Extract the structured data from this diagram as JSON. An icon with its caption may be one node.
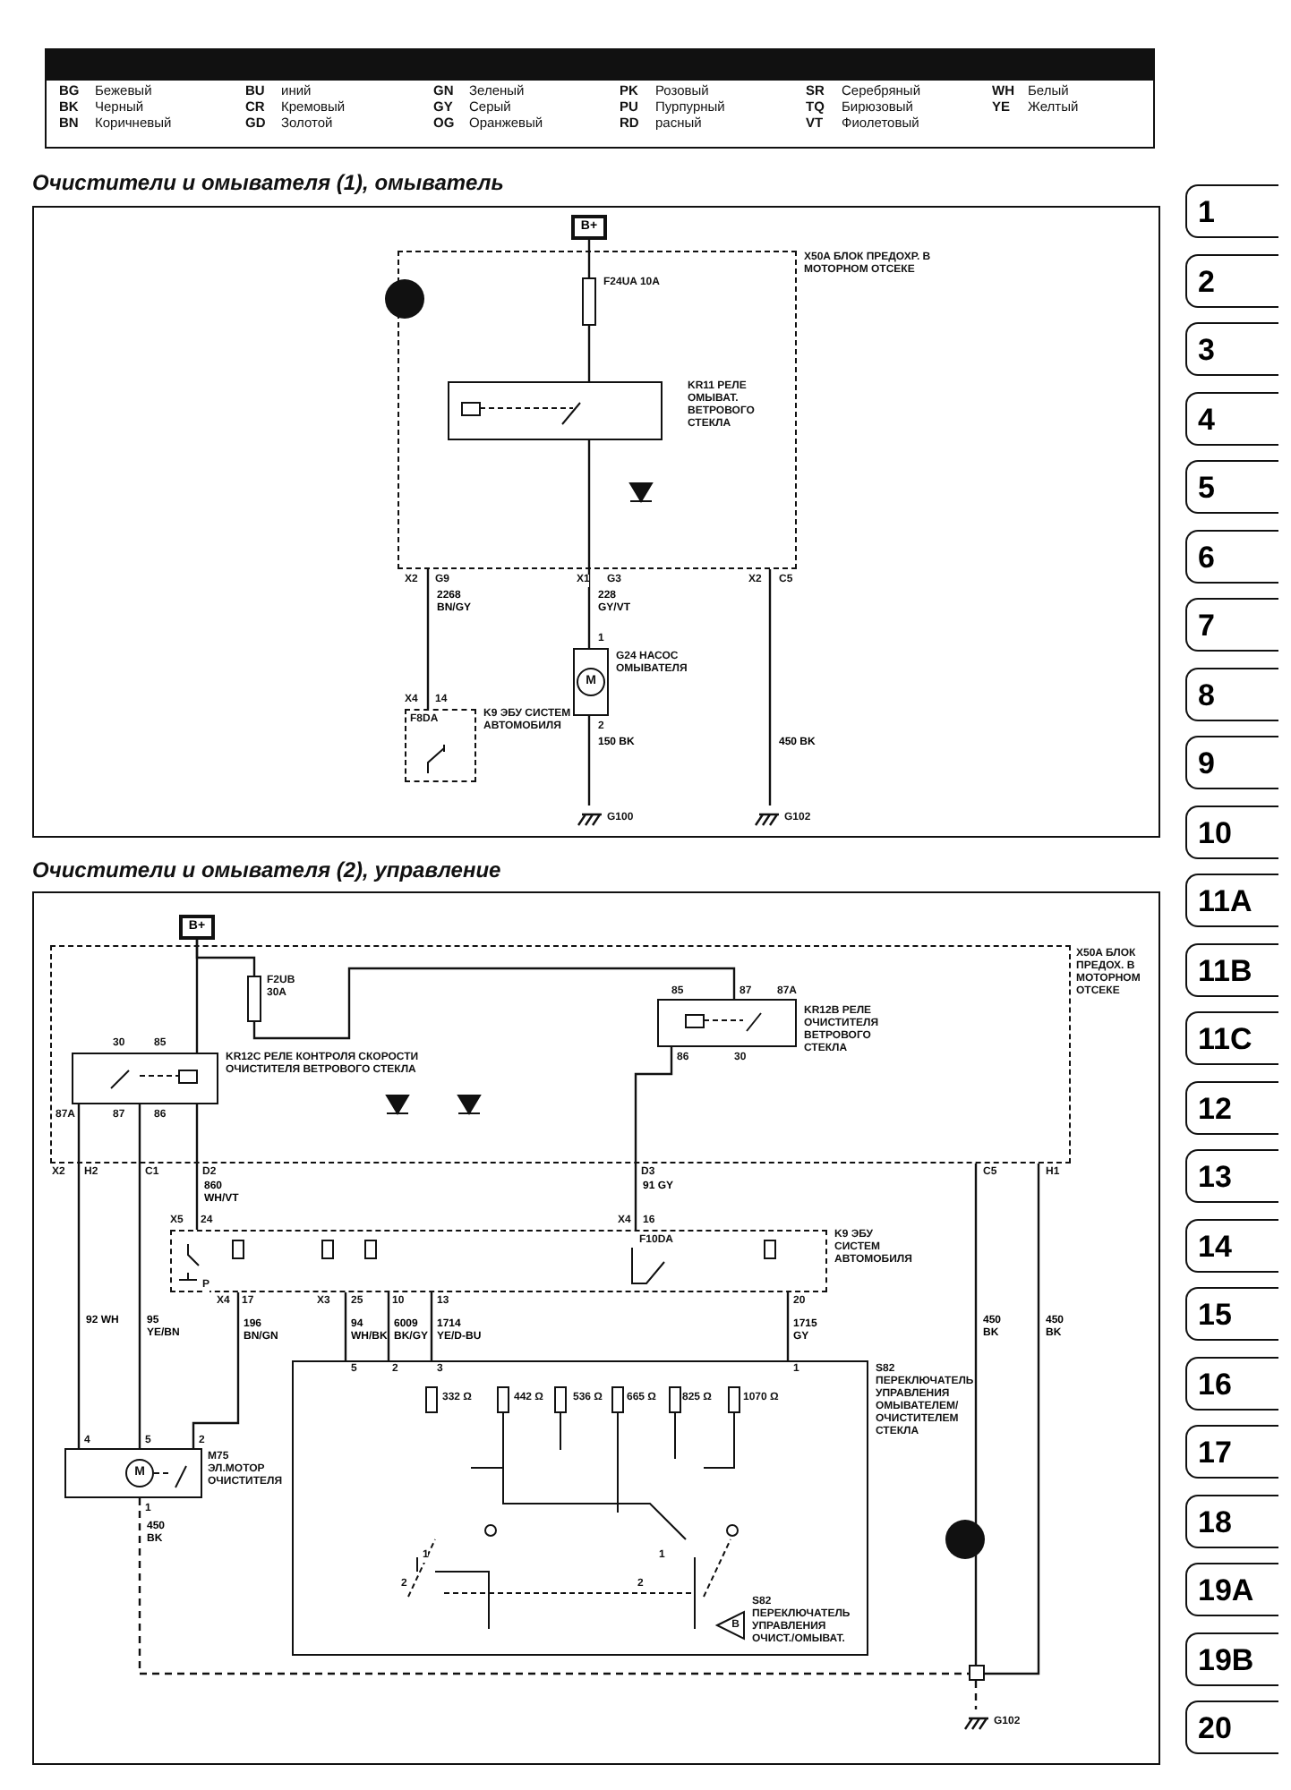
{
  "diagram": {
    "nodes": [
      {
        "text": [
          "X50A БЛОК ПРЕДОХР. В МОТОРНОМ ОТСЕКЕ"
        ]
      },
      {
        "text": [
          "B+"
        ]
      },
      {
        "text": [
          "F24UA 10A"
        ],
        "in": 0
      },
      {
        "text": [
          "KR11 РЕЛЕ ОМЫВАТ. ВЕТРОВОГО СТЕКЛА"
        ],
        "in": 0
      },
      {
        "text": [
          "M",
          "G24 НАСОС ОМЫВАТЕЛЯ"
        ]
      },
      {
        "text": [
          "F8DA",
          "K9 ЭБУ СИСТЕМ АВТОМОБИЛЯ"
        ]
      },
      {
        "text": [
          "G100"
        ]
      },
      {
        "text": [
          "G102"
        ]
      },
      {
        "text": [
          "X50A БЛОК ПРЕДОХ. В МОТОРНОМ ОТСЕКЕ"
        ]
      },
      {
        "text": [
          "B+"
        ]
      },
      {
        "text": [
          "F2UB 30A"
        ],
        "in": 8
      },
      {
        "text": [
          "KR12C РЕЛЕ КОНТРОЛЯ СКОРОСТИ ОЧИСТИТЕЛЯ ВЕТРОВОГО СТЕКЛА"
        ],
        "in": 8
      },
      {
        "text": [
          "KR12B РЕЛЕ ОЧИСТИТЕЛЯ ВЕТРОВОГО СТЕКЛА"
        ],
        "in": 8
      },
      {
        "text": [
          "K9 ЭБУ СИСТЕМ АВТОМОБИЛЯ"
        ]
      },
      {
        "text": [
          "M",
          "M75 ЭЛ.МОТОР ОЧИСТИТЕЛЯ"
        ]
      },
      {
        "text": [
          "S82 ПЕРЕКЛЮЧАТЕЛЬ УПРАВЛЕНИЯ ОМЫВАТЕЛЕМ/ ОЧИСТИТЕЛЕМ СТЕКЛА"
        ]
      },
      {
        "text": [
          "B",
          "S82 ПЕРЕКЛЮЧАТЕЛЬ УПРАВЛЕНИЯ ОЧИСТ./ОМЫВАТ."
        ],
        "in": 15
      },
      {
        "text": [],
        "shape": "box"
      },
      {
        "text": [
          "G102"
        ]
      }
    ],
    "edges": [
      {
        "from": 1,
        "to": 2,
        "arrow": "none"
      },
      {
        "from": 2,
        "to": 3,
        "arrow": "none"
      },
      {
        "from": 3,
        "to": 4,
        "arrow": "none",
        "label": "228 GY/VT"
      },
      {
        "from": 4,
        "to": 6,
        "arrow": "none",
        "label": "150 BK"
      },
      {
        "from": 0,
        "to": 5,
        "arrow": "none",
        "label": "2268 BN/GY"
      },
      {
        "from": 0,
        "to": 7,
        "arrow": "none",
        "label": "450 BK"
      },
      {
        "from": 9,
        "to": 11,
        "arrow": "none"
      },
      {
        "from": 9,
        "to": 10,
        "arrow": "none"
      },
      {
        "from": 10,
        "to": 12,
        "arrow": "none"
      },
      {
        "from": 11,
        "to": 14,
        "arrow": "none",
        "label": "92 WH"
      },
      {
        "from": 11,
        "to": 14,
        "arrow": "none",
        "label": "95 YE/BN"
      },
      {
        "from": 11,
        "to": 13,
        "arrow": "none",
        "label": "860 WH/VT"
      },
      {
        "from": 12,
        "to": 13,
        "arrow": "none",
        "label": "91 GY"
      },
      {
        "from": 13,
        "to": 14,
        "arrow": "none",
        "label": "196 BN/GN"
      },
      {
        "from": 13,
        "to": 15,
        "arrow": "none",
        "label": "94 WH/BK"
      },
      {
        "from": 13,
        "to": 15,
        "arrow": "none",
        "label": "6009 BK/GY"
      },
      {
        "from": 13,
        "to": 15,
        "arrow": "none",
        "label": "1714 YE/D-BU"
      },
      {
        "from": 13,
        "to": 15,
        "arrow": "none",
        "label": "1715 GY"
      },
      {
        "from": 14,
        "to": 17,
        "arrow": "none",
        "label": "450 BK",
        "style": "dashed"
      },
      {
        "from": 8,
        "to": 17,
        "arrow": "none",
        "label": "450 BK"
      },
      {
        "from": 8,
        "to": 17,
        "arrow": "none",
        "label": "450 BK"
      },
      {
        "from": 17,
        "to": 18,
        "arrow": "none",
        "style": "dashed"
      }
    ],
    "labels": [
      "BG",
      "Бежевый",
      "BU",
      "иний",
      "GN",
      "Зеленый",
      "PK",
      "Розовый",
      "SR",
      "Серебряный",
      "WH",
      "Белый",
      "BK",
      "Черный",
      "CR",
      "Кремовый",
      "GY",
      "Серый",
      "PU",
      "Пурпурный",
      "TQ",
      "Бирюзовый",
      "YE",
      "Желтый",
      "BN",
      "Коричневый",
      "GD",
      "Золотой",
      "OG",
      "Оранжевый",
      "RD",
      "расный",
      "VT",
      "Фиолетовый",
      "Очистители и омывателя (1), омыватель",
      "Очистители и омывателя (2), управление",
      "1",
      "2",
      "3",
      "4",
      "5",
      "6",
      "7",
      "8",
      "9",
      "10",
      "11A",
      "11B",
      "11C",
      "12",
      "13",
      "14",
      "15",
      "16",
      "17",
      "18",
      "19A",
      "19B",
      "20",
      "X2",
      "G9",
      "X1",
      "G3",
      "X2",
      "C5",
      "1",
      "2",
      "X4",
      "14",
      "30",
      "85",
      "87A",
      "87",
      "86",
      "85",
      "87",
      "87A",
      "86",
      "30",
      "X2",
      "H2",
      "C1",
      "D2",
      "D3",
      "C5",
      "H1",
      "X5",
      "24",
      "X4",
      "16",
      "F10DA",
      "P",
      "X4",
      "17",
      "X3",
      "25",
      "10",
      "13",
      "20",
      "5",
      "2",
      "3",
      "1",
      "4",
      "5",
      "2",
      "1",
      "332 Ω",
      "442 Ω",
      "536 Ω",
      "665 Ω",
      "825 Ω",
      "1070 Ω",
      "2",
      "1",
      "2",
      "1"
    ]
  }
}
